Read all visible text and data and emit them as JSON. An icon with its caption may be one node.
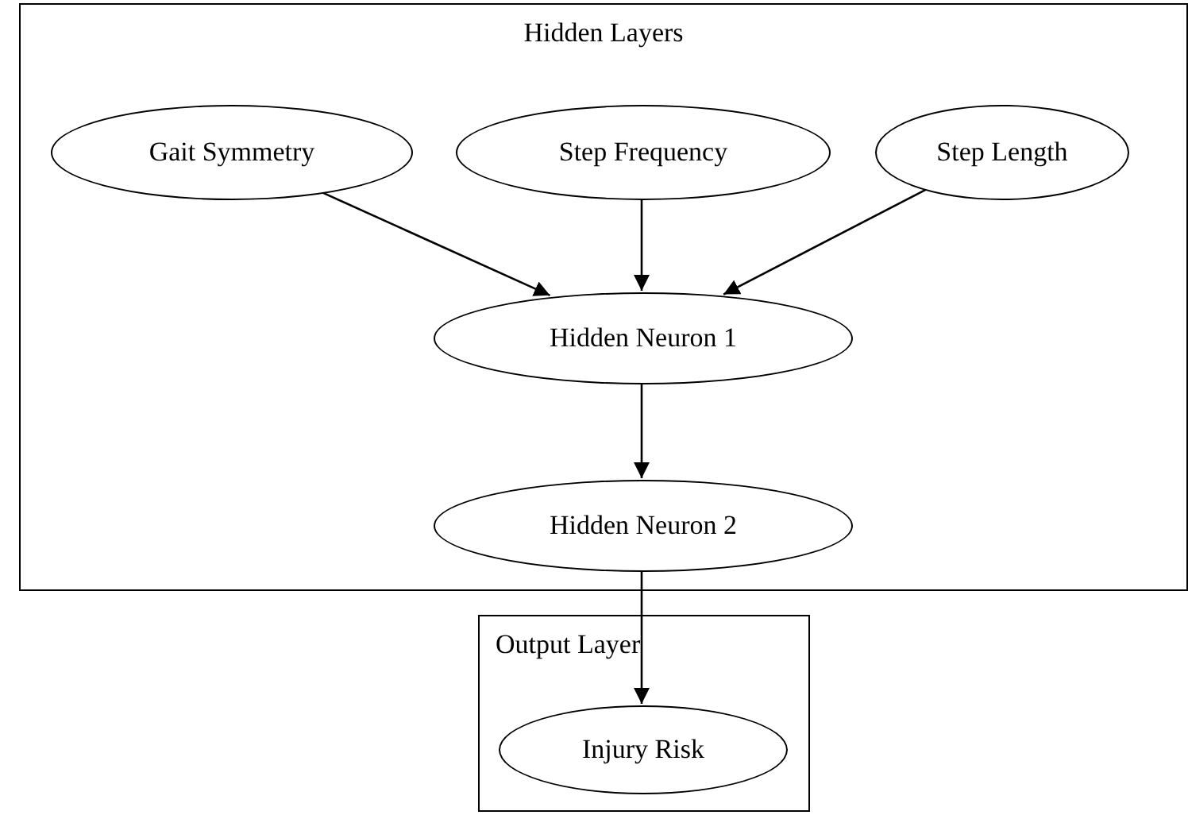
{
  "diagram": {
    "nodes": [
      {
        "text": [
          "Hidden Layers"
        ]
      },
      {
        "text": [
          "Gait Symmetry"
        ],
        "in": 0
      },
      {
        "text": [
          "Step Frequency"
        ],
        "in": 0
      },
      {
        "text": [
          "Step Length"
        ],
        "in": 0
      },
      {
        "text": [
          "Hidden Neuron 1"
        ],
        "in": 0
      },
      {
        "text": [
          "Hidden Neuron 2"
        ],
        "in": 0
      },
      {
        "text": [
          "Output Layer"
        ]
      },
      {
        "text": [
          "Injury Risk"
        ],
        "in": 6
      }
    ],
    "edges": [
      {
        "from": 1,
        "to": 4,
        "arrow": "to"
      },
      {
        "from": 2,
        "to": 4,
        "arrow": "to"
      },
      {
        "from": 3,
        "to": 4,
        "arrow": "to"
      },
      {
        "from": 4,
        "to": 5,
        "arrow": "to"
      },
      {
        "from": 5,
        "to": 7,
        "arrow": "to"
      }
    ]
  }
}
